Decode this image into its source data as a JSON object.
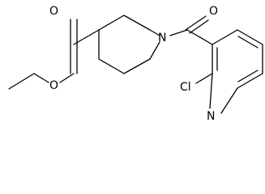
{
  "molecule": {
    "atoms": {
      "ester_carbonyl_o": "O",
      "ester_ether_o": "O",
      "piperidine_n": "N",
      "amide_o": "O",
      "chloro": "Cl",
      "pyridine_n": "N"
    }
  }
}
